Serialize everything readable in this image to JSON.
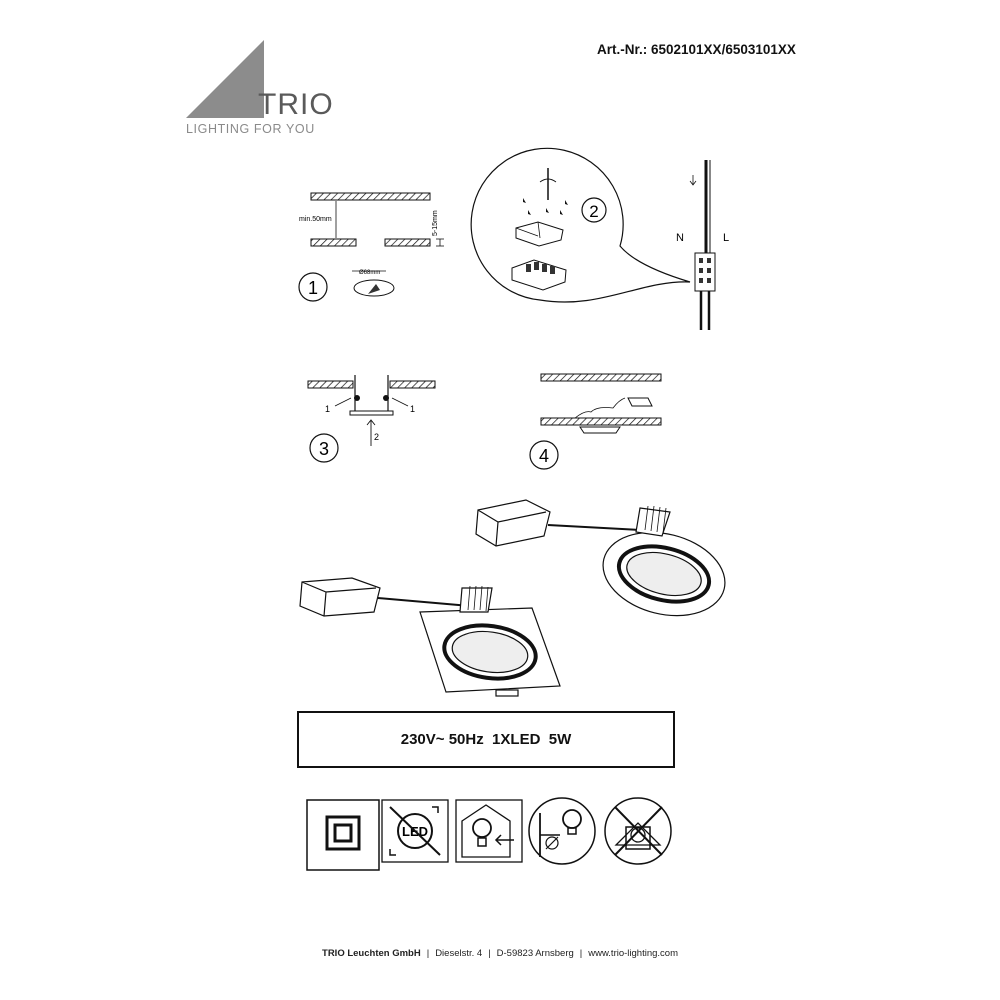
{
  "header": {
    "brand": "TRIO",
    "tagline": "LIGHTING FOR YOU",
    "article_number": "Art.-Nr.: 6502101XX/6503101XX"
  },
  "steps": {
    "step1": {
      "number": "1",
      "min_depth": "min.50mm",
      "ceiling_thickness": "5-15mm",
      "cutout": "Ø68mm"
    },
    "step2": {
      "number": "2",
      "neutral": "N",
      "live": "L"
    },
    "step3": {
      "number": "3",
      "label_spring_left": "1",
      "label_spring_right": "1",
      "label_push": "2"
    },
    "step4": {
      "number": "4"
    }
  },
  "spec": {
    "text": "230V~ 50Hz  1XLED  5W"
  },
  "symbols": {
    "led_text": "LED",
    "items": [
      "class-ii-icon",
      "led-not-replaceable-icon",
      "indoor-use-icon",
      "keep-distance-icon",
      "no-insulation-cover-icon"
    ]
  },
  "footer": {
    "company": "TRIO Leuchten GmbH",
    "street": "Dieselstr. 4",
    "city": "D-59823 Arnsberg",
    "web": "www.trio-lighting.com"
  }
}
